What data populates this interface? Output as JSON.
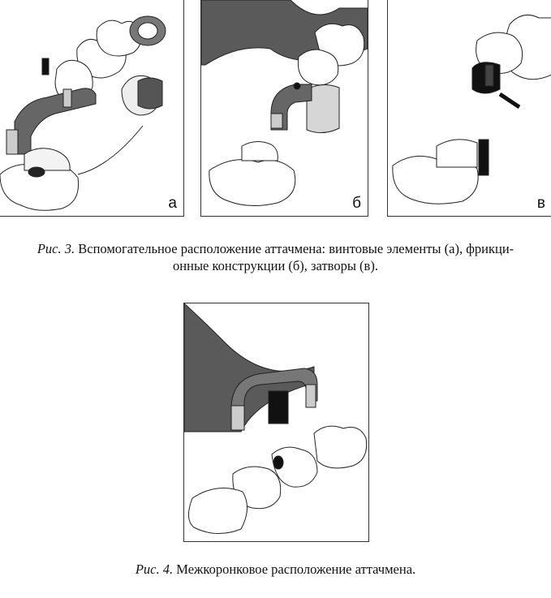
{
  "figure3": {
    "panels": [
      {
        "letter": "а"
      },
      {
        "letter": "б"
      },
      {
        "letter": "в"
      }
    ],
    "caption_label": "Рис. 3.",
    "caption_line1": " Вспомогательное расположение аттачмена: винтовые элементы (а), фрикци-",
    "caption_line2": "онные конструкции (б), затворы (в)."
  },
  "figure4": {
    "caption_label": "Рис. 4.",
    "caption_text": " Межкоронковое расположение аттачмена."
  }
}
